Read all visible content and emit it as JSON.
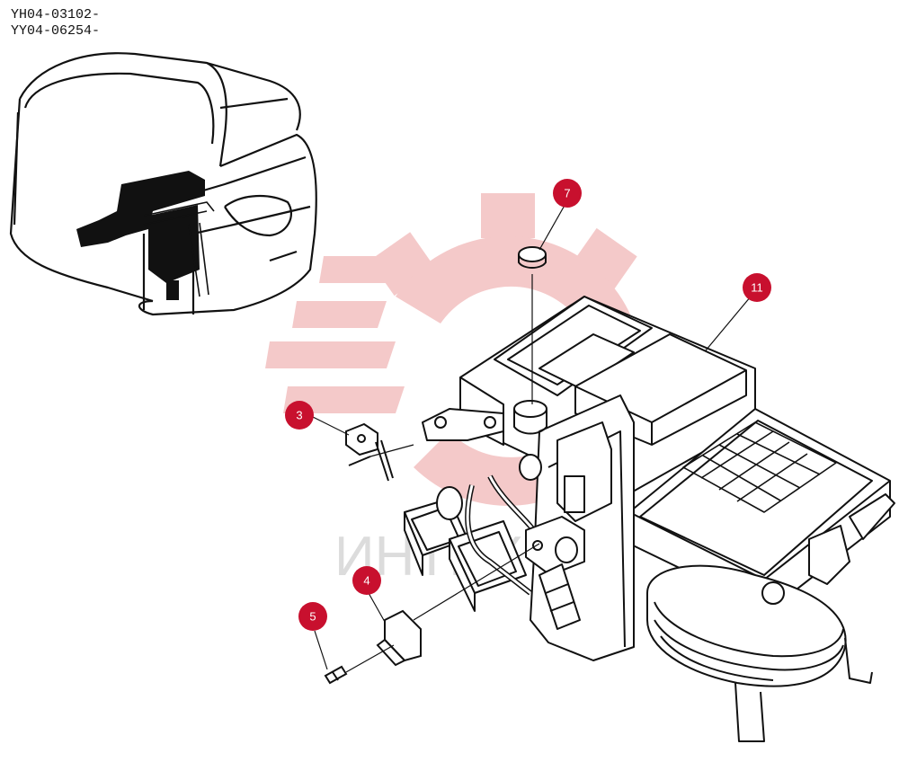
{
  "serials": [
    "YH04-03102-",
    "YY04-06254-"
  ],
  "watermark": {
    "text": "ИНТЕХ",
    "gear_color": "#f3c4c4",
    "text_color": "#d9d9d9"
  },
  "callout_color": "#c8102e",
  "callouts": [
    {
      "label": "7"
    },
    {
      "label": "11"
    },
    {
      "label": "3"
    },
    {
      "label": "4"
    },
    {
      "label": "5"
    }
  ]
}
